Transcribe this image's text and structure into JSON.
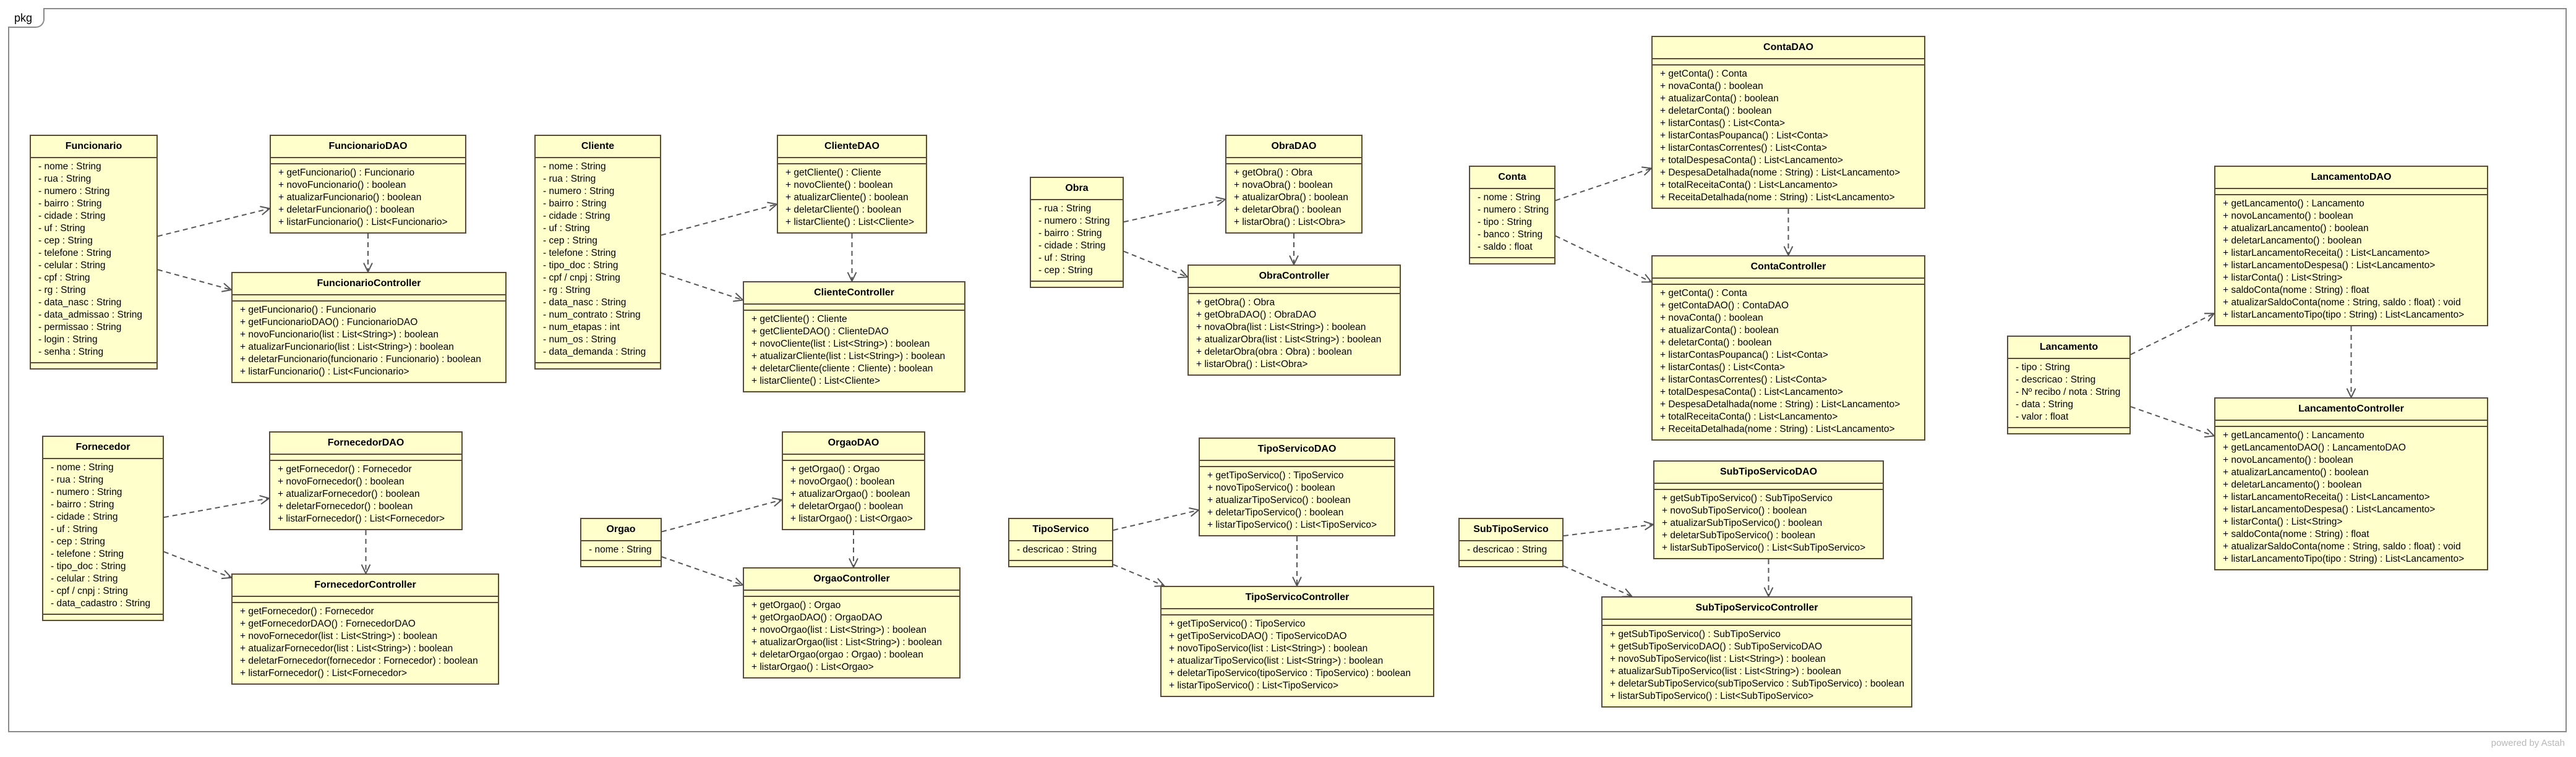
{
  "package_label": "pkg",
  "watermark": "powered by Astah",
  "classes": [
    {
      "id": "funcionario",
      "name": "Funcionario",
      "attributes": [
        "- nome : String",
        "- rua : String",
        "- numero : String",
        "- bairro : String",
        "- cidade : String",
        "- uf : String",
        "- cep : String",
        "- telefone : String",
        "- celular : String",
        "- cpf : String",
        "- rg : String",
        "- data_nasc : String",
        "- data_admissao : String",
        "- permissao : String",
        "- login : String",
        "- senha : String"
      ],
      "operations": []
    },
    {
      "id": "funcionario-dao",
      "name": "FuncionarioDAO",
      "attributes": [],
      "operations": [
        "+ getFuncionario() : Funcionario",
        "+ novoFuncionario() : boolean",
        "+ atualizarFuncionario() : boolean",
        "+ deletarFuncionario() : boolean",
        "+ listarFuncionario() : List<Funcionario>"
      ]
    },
    {
      "id": "funcionario-controller",
      "name": "FuncionarioController",
      "attributes": [],
      "operations": [
        "+ getFuncionario() : Funcionario",
        "+ getFuncionarioDAO() : FuncionarioDAO",
        "+ novoFuncionario(list : List<String>) : boolean",
        "+ atualizarFuncionario(list : List<String>) : boolean",
        "+ deletarFuncionario(funcionario : Funcionario) : boolean",
        "+ listarFuncionario() : List<Funcionario>"
      ]
    },
    {
      "id": "cliente",
      "name": "Cliente",
      "attributes": [
        "- nome : String",
        "- rua : String",
        "- numero : String",
        "- bairro : String",
        "- cidade : String",
        "- uf : String",
        "- cep : String",
        "- telefone : String",
        "- tipo_doc : String",
        "- cpf / cnpj : String",
        "- rg : String",
        "- data_nasc : String",
        "- num_contrato : String",
        "- num_etapas : int",
        "- num_os : String",
        "- data_demanda : String"
      ],
      "operations": []
    },
    {
      "id": "cliente-dao",
      "name": "ClienteDAO",
      "attributes": [],
      "operations": [
        "+ getCliente() : Cliente",
        "+ novoCliente() : boolean",
        "+ atualizarCliente() : boolean",
        "+ deletarCliente() : boolean",
        "+ listarCliente() : List<Cliente>"
      ]
    },
    {
      "id": "cliente-controller",
      "name": "ClienteController",
      "attributes": [],
      "operations": [
        "+ getCliente() : Cliente",
        "+ getClienteDAO() : ClienteDAO",
        "+ novoCliente(list : List<String>) : boolean",
        "+ atualizarCliente(list : List<String>) : boolean",
        "+ deletarCliente(cliente : Cliente) : boolean",
        "+ listarCliente() : List<Cliente>"
      ]
    },
    {
      "id": "obra",
      "name": "Obra",
      "attributes": [
        "- rua : String",
        "- numero : String",
        "- bairro : String",
        "- cidade : String",
        "- uf : String",
        "- cep : String"
      ],
      "operations": []
    },
    {
      "id": "obra-dao",
      "name": "ObraDAO",
      "attributes": [],
      "operations": [
        "+ getObra() : Obra",
        "+ novaObra() : boolean",
        "+ atualizarObra() : boolean",
        "+ deletarObra() : boolean",
        "+ listarObra() : List<Obra>"
      ]
    },
    {
      "id": "obra-controller",
      "name": "ObraController",
      "attributes": [],
      "operations": [
        "+ getObra() : Obra",
        "+ getObraDAO() : ObraDAO",
        "+ novaObra(list : List<String>) : boolean",
        "+ atualizarObra(list : List<String>) : boolean",
        "+ deletarObra(obra : Obra) : boolean",
        "+ listarObra() : List<Obra>"
      ]
    },
    {
      "id": "conta",
      "name": "Conta",
      "attributes": [
        "- nome : String",
        "- numero : String",
        "- tipo : String",
        "- banco : String",
        "- saldo : float"
      ],
      "operations": []
    },
    {
      "id": "conta-dao",
      "name": "ContaDAO",
      "attributes": [],
      "operations": [
        "+ getConta() : Conta",
        "+ novaConta() : boolean",
        "+ atualizarConta() : boolean",
        "+ deletarConta() : boolean",
        "+ listarContas() : List<Conta>",
        "+ listarContasPoupanca() : List<Conta>",
        "+ listarContasCorrentes() : List<Conta>",
        "+ totalDespesaConta() : List<Lancamento>",
        "+ DespesaDetalhada(nome : String) : List<Lancamento>",
        "+ totalReceitaConta() : List<Lancamento>",
        "+ ReceitaDetalhada(nome : String) : List<Lancamento>"
      ]
    },
    {
      "id": "conta-controller",
      "name": "ContaController",
      "attributes": [],
      "operations": [
        "+ getConta() : Conta",
        "+ getContaDAO() : ContaDAO",
        "+ novaConta() : boolean",
        "+ atualizarConta() : boolean",
        "+ deletarConta() : boolean",
        "+ listarContasPoupanca() : List<Conta>",
        "+ listarContas() : List<Conta>",
        "+ listarContasCorrentes() : List<Conta>",
        "+ totalDespesaConta() : List<Lancamento>",
        "+ DespesaDetalhada(nome : String) : List<Lancamento>",
        "+ totalReceitaConta() : List<Lancamento>",
        "+ ReceitaDetalhada(nome : String) : List<Lancamento>"
      ]
    },
    {
      "id": "lancamento",
      "name": "Lancamento",
      "attributes": [
        "- tipo : String",
        "- descricao : String",
        "- Nº recibo / nota : String",
        "- data : String",
        "- valor : float"
      ],
      "operations": []
    },
    {
      "id": "lancamento-dao",
      "name": "LancamentoDAO",
      "attributes": [],
      "operations": [
        "+ getLancamento() : Lancamento",
        "+ novoLancamento() : boolean",
        "+ atualizarLancamento() : boolean",
        "+ deletarLancamento() : boolean",
        "+ listarLancamentoReceita() : List<Lancamento>",
        "+ listarLancamentoDespesa() : List<Lancamento>",
        "+ listarConta() : List<String>",
        "+ saldoConta(nome : String) : float",
        "+ atualizarSaldoConta(nome : String, saldo : float) : void",
        "+ listarLancamentoTipo(tipo : String) : List<Lancamento>"
      ]
    },
    {
      "id": "lancamento-controller",
      "name": "LancamentoController",
      "attributes": [],
      "operations": [
        "+ getLancamento() : Lancamento",
        "+ getLancamentoDAO() : LancamentoDAO",
        "+ novoLancamento() : boolean",
        "+ atualizarLancamento() : boolean",
        "+ deletarLancamento() : boolean",
        "+ listarLancamentoReceita() : List<Lancamento>",
        "+ listarLancamentoDespesa() : List<Lancamento>",
        "+ listarConta() : List<String>",
        "+ saldoConta(nome : String) : float",
        "+ atualizarSaldoConta(nome : String, saldo : float) : void",
        "+ listarLancamentoTipo(tipo : String) : List<Lancamento>"
      ]
    },
    {
      "id": "fornecedor",
      "name": "Fornecedor",
      "attributes": [
        "- nome : String",
        "- rua : String",
        "- numero : String",
        "- bairro : String",
        "- cidade : String",
        "- uf : String",
        "- cep : String",
        "- telefone : String",
        "- tipo_doc : String",
        "- celular : String",
        "- cpf / cnpj : String",
        "- data_cadastro : String"
      ],
      "operations": []
    },
    {
      "id": "fornecedor-dao",
      "name": "FornecedorDAO",
      "attributes": [],
      "operations": [
        "+ getFornecedor() : Fornecedor",
        "+ novoFornecedor() : boolean",
        "+ atualizarFornecedor() : boolean",
        "+ deletarFornecedor() : boolean",
        "+ listarFornecedor() : List<Fornecedor>"
      ]
    },
    {
      "id": "fornecedor-controller",
      "name": "FornecedorController",
      "attributes": [],
      "operations": [
        "+ getFornecedor() : Fornecedor",
        "+ getFornecedorDAO() : FornecedorDAO",
        "+ novoFornecedor(list : List<String>) : boolean",
        "+ atualizarFornecedor(list : List<String>) : boolean",
        "+ deletarFornecedor(fornecedor : Fornecedor) : boolean",
        "+ listarFornecedor() : List<Fornecedor>"
      ]
    },
    {
      "id": "orgao",
      "name": "Orgao",
      "attributes": [
        "- nome : String"
      ],
      "operations": []
    },
    {
      "id": "orgao-dao",
      "name": "OrgaoDAO",
      "attributes": [],
      "operations": [
        "+ getOrgao() : Orgao",
        "+ novoOrgao() : boolean",
        "+ atualizarOrgao() : boolean",
        "+ deletarOrgao() : boolean",
        "+ listarOrgao() : List<Orgao>"
      ]
    },
    {
      "id": "orgao-controller",
      "name": "OrgaoController",
      "attributes": [],
      "operations": [
        "+ getOrgao() : Orgao",
        "+ getOrgaoDAO() : OrgaoDAO",
        "+ novoOrgao(list : List<String>) : boolean",
        "+ atualizarOrgao(list : List<String>) : boolean",
        "+ deletarOrgao(orgao : Orgao) : boolean",
        "+ listarOrgao() : List<Orgao>"
      ]
    },
    {
      "id": "tiposervico",
      "name": "TipoServico",
      "attributes": [
        "- descricao : String"
      ],
      "operations": []
    },
    {
      "id": "tiposervico-dao",
      "name": "TipoServicoDAO",
      "attributes": [],
      "operations": [
        "+ getTipoServico() : TipoServico",
        "+ novoTipoServico() : boolean",
        "+ atualizarTipoServico() : boolean",
        "+ deletarTipoServico() : boolean",
        "+ listarTipoServico() : List<TipoServico>"
      ]
    },
    {
      "id": "tiposervico-controller",
      "name": "TipoServicoController",
      "attributes": [],
      "operations": [
        "+ getTipoServico() : TipoServico",
        "+ getTipoServicoDAO() : TipoServicoDAO",
        "+ novoTipoServico(list : List<String>) : boolean",
        "+ atualizarTipoServico(list : List<String>) : boolean",
        "+ deletarTipoServico(tipoServico : TipoServico) : boolean",
        "+ listarTipoServico() : List<TipoServico>"
      ]
    },
    {
      "id": "subtiposervico",
      "name": "SubTipoServico",
      "attributes": [
        "- descricao : String"
      ],
      "operations": []
    },
    {
      "id": "subtiposervico-dao",
      "name": "SubTipoServicoDAO",
      "attributes": [],
      "operations": [
        "+ getSubTipoServico() : SubTipoServico",
        "+ novoSubTipoServico() : boolean",
        "+ atualizarSubTipoServico() : boolean",
        "+ deletarSubTipoServico() : boolean",
        "+ listarSubTipoServico() : List<SubTipoServico>"
      ]
    },
    {
      "id": "subtiposervico-controller",
      "name": "SubTipoServicoController",
      "attributes": [],
      "operations": [
        "+ getSubTipoServico() : SubTipoServico",
        "+ getSubTipoServicoDAO() : SubTipoServicoDAO",
        "+ novoSubTipoServico(list : List<String>) : boolean",
        "+ atualizarSubTipoServico(list : List<String>) : boolean",
        "+ deletarSubTipoServico(subTipoServico : SubTipoServico) : boolean",
        "+ listarSubTipoServico() : List<SubTipoServico>"
      ]
    }
  ],
  "dependencies": [
    [
      "funcionario",
      "funcionario-dao"
    ],
    [
      "funcionario",
      "funcionario-controller"
    ],
    [
      "funcionario-dao",
      "funcionario-controller"
    ],
    [
      "cliente",
      "cliente-dao"
    ],
    [
      "cliente",
      "cliente-controller"
    ],
    [
      "cliente-dao",
      "cliente-controller"
    ],
    [
      "obra",
      "obra-dao"
    ],
    [
      "obra",
      "obra-controller"
    ],
    [
      "obra-dao",
      "obra-controller"
    ],
    [
      "conta",
      "conta-dao"
    ],
    [
      "conta",
      "conta-controller"
    ],
    [
      "conta-dao",
      "conta-controller"
    ],
    [
      "lancamento",
      "lancamento-dao"
    ],
    [
      "lancamento",
      "lancamento-controller"
    ],
    [
      "lancamento-dao",
      "lancamento-controller"
    ],
    [
      "fornecedor",
      "fornecedor-dao"
    ],
    [
      "fornecedor",
      "fornecedor-controller"
    ],
    [
      "fornecedor-dao",
      "fornecedor-controller"
    ],
    [
      "orgao",
      "orgao-dao"
    ],
    [
      "orgao",
      "orgao-controller"
    ],
    [
      "orgao-dao",
      "orgao-controller"
    ],
    [
      "tiposervico",
      "tiposervico-dao"
    ],
    [
      "tiposervico",
      "tiposervico-controller"
    ],
    [
      "tiposervico-dao",
      "tiposervico-controller"
    ],
    [
      "subtiposervico",
      "subtiposervico-dao"
    ],
    [
      "subtiposervico",
      "subtiposervico-controller"
    ],
    [
      "subtiposervico-dao",
      "subtiposervico-controller"
    ]
  ],
  "colors": {
    "class_fill": "#ffffcc",
    "class_border": "#5a4a3a",
    "link": "#555555",
    "frame": "#8a8a8a"
  }
}
